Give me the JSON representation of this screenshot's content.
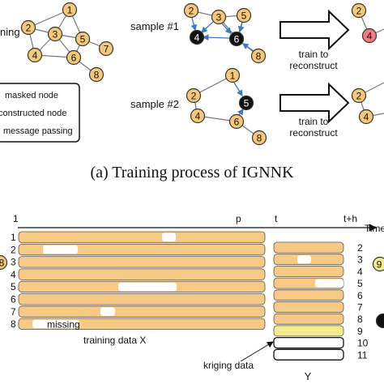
{
  "colors": {
    "node_fill": "#f5c878",
    "masked_fill": "#111111",
    "reconstructed_fill": "#f07d7d",
    "row_fill": "#f6c984",
    "row_highlight": "#f2ec8a",
    "edge": "#777777",
    "message_edge": "#3a78c3"
  },
  "top": {
    "left_graph_label": "ning",
    "nodes": {
      "n1": "1",
      "n2": "2",
      "n3": "3",
      "n4": "4",
      "n5": "5",
      "n6": "6",
      "n7": "7",
      "n8": "8"
    },
    "sample1": {
      "label": "sample #1",
      "nodes": {
        "n2": "2",
        "n3": "3",
        "n4": "4",
        "n5": "5",
        "n6": "6",
        "n8": "8"
      },
      "arrow_text": [
        "train to",
        "reconstruct"
      ],
      "result_nodes": {
        "n2": "2",
        "n4": "4"
      }
    },
    "sample2": {
      "label": "sample #2",
      "nodes": {
        "n1": "1",
        "n2": "2",
        "n4": "4",
        "n5": "5",
        "n6": "6",
        "n8": "8"
      },
      "arrow_text": [
        "train to",
        "reconstruct"
      ],
      "result_nodes": {
        "n2": "2",
        "n4": "4"
      }
    },
    "legend": {
      "masked": "masked node",
      "reconstructed": "constructed node",
      "message": "message passing"
    },
    "caption": "(a)  Training process of IGNNK"
  },
  "bottom": {
    "axis": {
      "start": "1",
      "p": "p",
      "t": "t",
      "th": "t+h",
      "time": "Time"
    },
    "left_rows": [
      "1",
      "2",
      "3",
      "4",
      "5",
      "6",
      "7",
      "8"
    ],
    "left_side_node": "8",
    "right_rows": [
      "2",
      "3",
      "4",
      "5",
      "6",
      "7",
      "8",
      "9",
      "10",
      "11"
    ],
    "right_side_node": "9",
    "missing_label": "missing",
    "training_label": "training data X",
    "kriging_label": "kriging data",
    "y_label": "Y"
  }
}
